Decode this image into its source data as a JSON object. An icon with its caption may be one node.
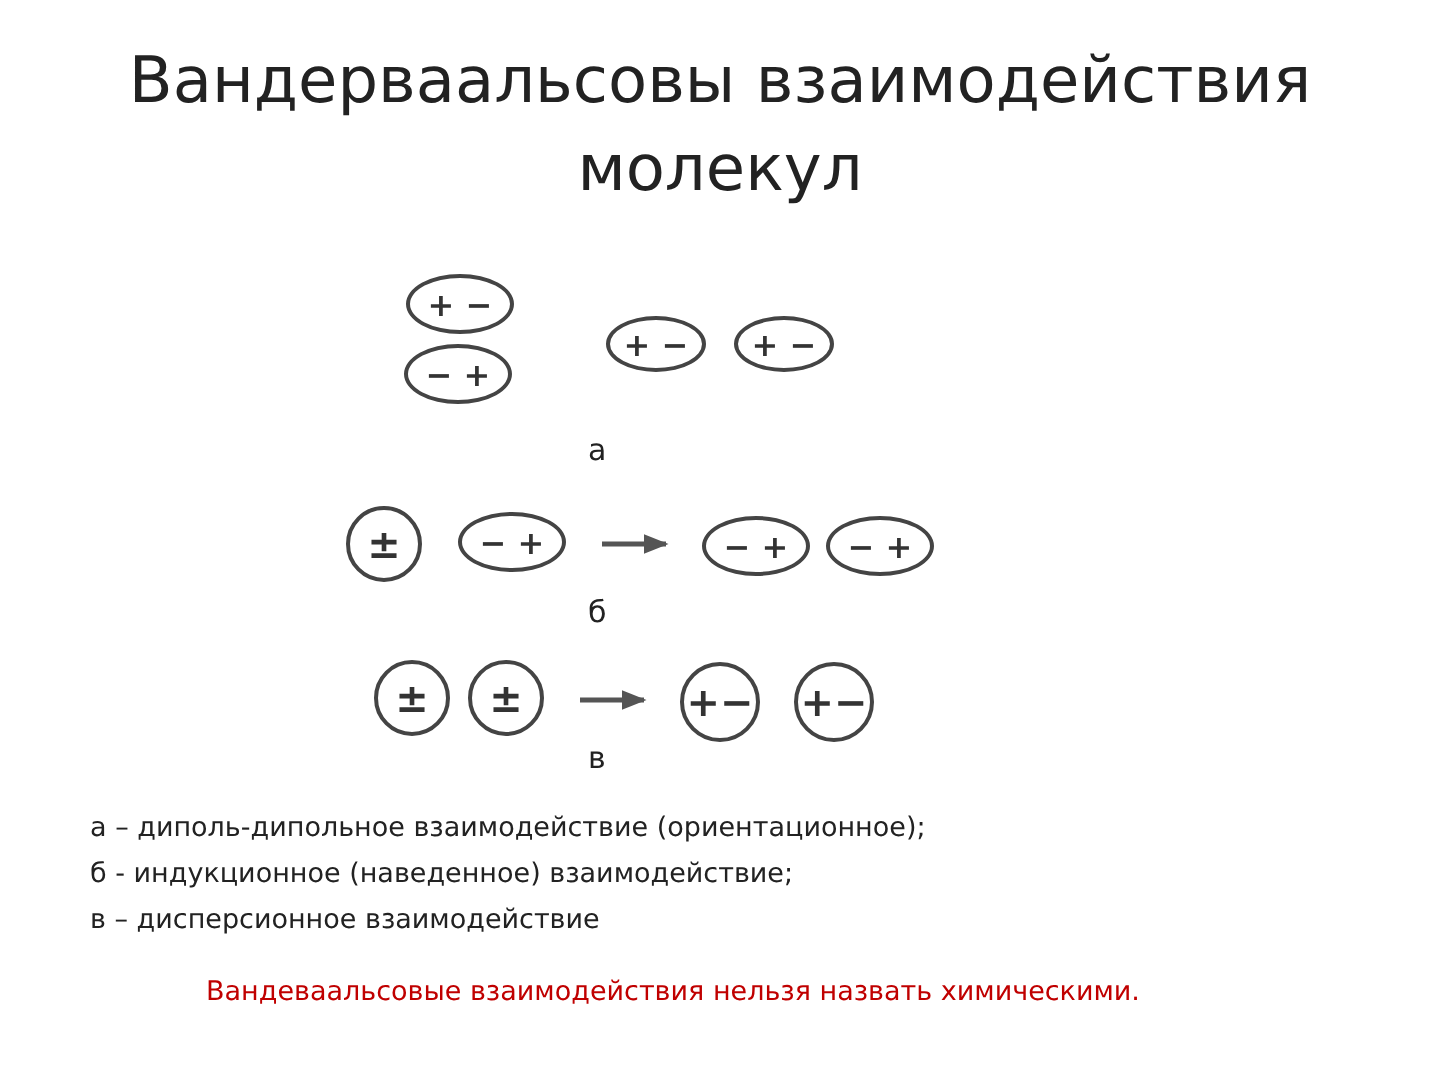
{
  "diagram": {
    "title": "Вандерваальсовы взаимодействия молекул",
    "nodes": [
      {
        "text": [
          "+ −"
        ]
      },
      {
        "text": [
          "− +"
        ]
      },
      {
        "text": [
          "+ −"
        ]
      },
      {
        "text": [
          "+ −"
        ]
      },
      {
        "text": [
          "±"
        ]
      },
      {
        "text": [
          "− +"
        ]
      },
      {
        "text": [
          "− +"
        ]
      },
      {
        "text": [
          "− +"
        ]
      },
      {
        "text": [
          "±"
        ]
      },
      {
        "text": [
          "±"
        ]
      },
      {
        "text": [
          "+−"
        ]
      },
      {
        "text": [
          "+−"
        ]
      }
    ],
    "edges": [
      {
        "from": 5,
        "to": 6,
        "arrow": "to"
      },
      {
        "from": 9,
        "to": 10,
        "arrow": "to"
      }
    ],
    "labels": [
      "а",
      "б",
      "в",
      "а – диполь-дипольное взаимодействие (ориентационное);",
      "б - индукционное (наведенное) взаимодействие;",
      "в – дисперсионное взаимодействие",
      "Вандеваальсовые взаимодействия нельзя назвать химическими."
    ]
  }
}
